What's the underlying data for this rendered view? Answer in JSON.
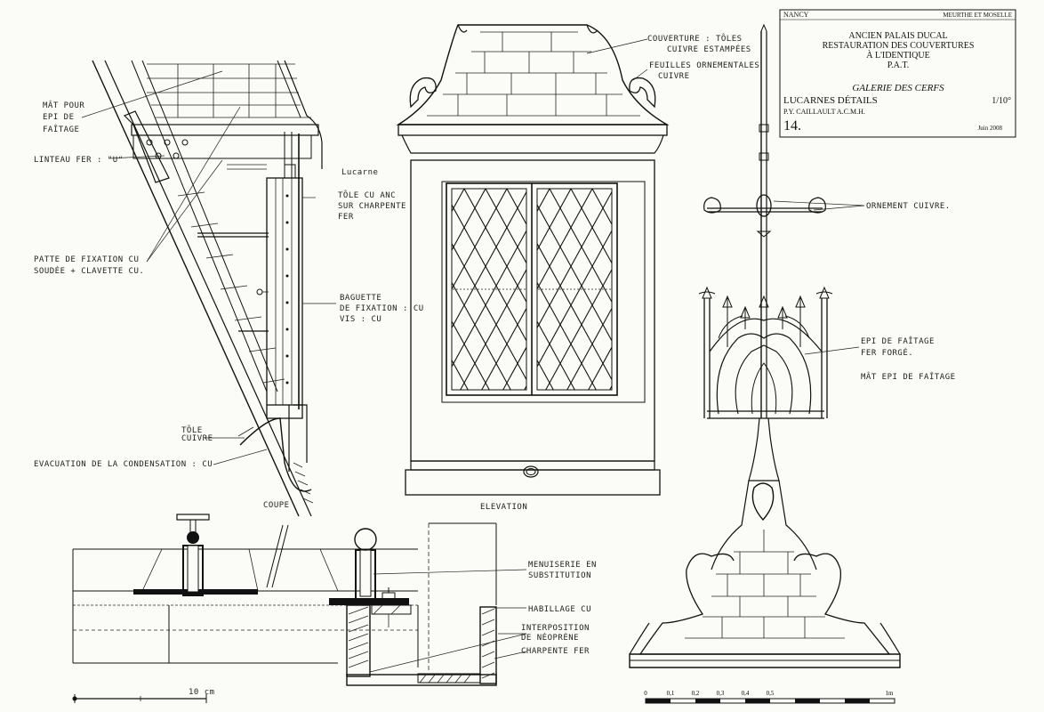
{
  "cartouche": {
    "city": "NANCY",
    "department": "MEURTHE ET MOSELLE",
    "building": "ANCIEN PALAIS DUCAL",
    "project_line1": "RESTAURATION DES COUVERTURES",
    "project_line2": "À L'IDENTIQUE",
    "phase": "P.A.T.",
    "gallery": "GALERIE DES CERFS",
    "subject": "LUCARNES DÉTAILS",
    "scale": "1/10°",
    "architect": "P.Y. CAILLAULT A.C.M.H.",
    "sheet_number": "14.",
    "date": "Juin 2008"
  },
  "views": {
    "coupe": "COUPE",
    "elevation": "ELEVATION",
    "coupe_note": "Lucarne"
  },
  "annotations": {
    "mat_pour": "MÂT POUR",
    "epi_de": "EPI DE",
    "faitage": "FAÎTAGE",
    "linteau": "LINTEAU FER : \"U\"",
    "patte1": "PATTE DE FIXATION CU",
    "patte2": "SOUDÉE + CLAVETTE CU.",
    "tole1": "TÔLE CU ANC",
    "tole2": "SUR CHARPENTE",
    "tole3": "FER",
    "baguette1": "BAGUETTE",
    "baguette2": "DE FIXATION : CU",
    "baguette3": "VIS : CU",
    "tole_cuivre1": "TÔLE",
    "tole_cuivre2": "CUIVRE",
    "evacuation": "EVACUATION DE LA CONDENSATION : CU",
    "couverture1": "COUVERTURE : TÔLES",
    "couverture2": "CUIVRE ESTAMPÉES",
    "feuilles1": "FEUILLES ORNEMENTALES",
    "feuilles2": "CUIVRE",
    "ornement": "ORNEMENT CUIVRE.",
    "epi1": "EPI DE FAÎTAGE",
    "epi2": "FER FORGÉ.",
    "mat_epi": "MÂT EPI DE FAÎTAGE",
    "menuiserie1": "MENUISERIE EN",
    "menuiserie2": "SUBSTITUTION",
    "habillage": "HABILLAGE CU",
    "interposition1": "INTERPOSITION",
    "interposition2": "DE NÉOPRÈNE",
    "charpente": "CHARPENTE FER"
  },
  "scales": {
    "left_label": "10 cm",
    "right_ticks": [
      "0",
      "0,1",
      "0,2",
      "0,3",
      "0,4",
      "0,5",
      "1m"
    ]
  }
}
